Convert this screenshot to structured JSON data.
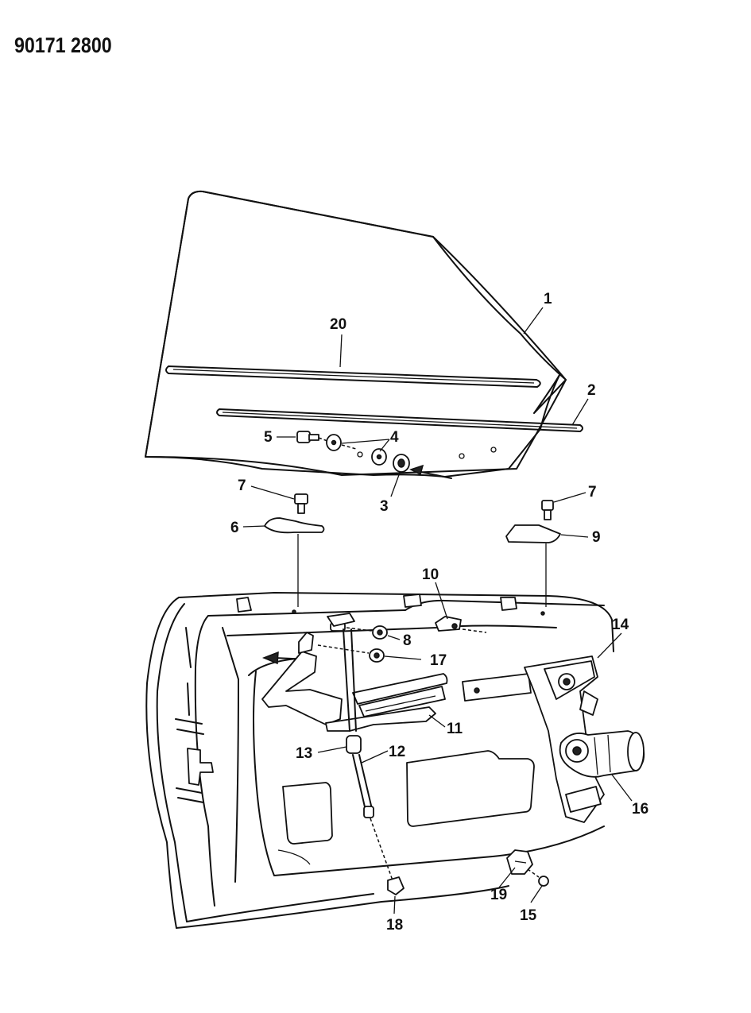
{
  "header": {
    "code": "90171 2800"
  },
  "callouts": [
    {
      "id": "c1",
      "text": "1"
    },
    {
      "id": "c2",
      "text": "2"
    },
    {
      "id": "c3",
      "text": "3"
    },
    {
      "id": "c4",
      "text": "4"
    },
    {
      "id": "c5",
      "text": "5"
    },
    {
      "id": "c6",
      "text": "6"
    },
    {
      "id": "c7a",
      "text": "7"
    },
    {
      "id": "c7b",
      "text": "7"
    },
    {
      "id": "c8",
      "text": "8"
    },
    {
      "id": "c9",
      "text": "9"
    },
    {
      "id": "c10",
      "text": "10"
    },
    {
      "id": "c11",
      "text": "11"
    },
    {
      "id": "c12",
      "text": "12"
    },
    {
      "id": "c13",
      "text": "13"
    },
    {
      "id": "c14",
      "text": "14"
    },
    {
      "id": "c15",
      "text": "15"
    },
    {
      "id": "c16",
      "text": "16"
    },
    {
      "id": "c17",
      "text": "17"
    },
    {
      "id": "c18",
      "text": "18"
    },
    {
      "id": "c19",
      "text": "19"
    },
    {
      "id": "c20",
      "text": "20"
    }
  ]
}
